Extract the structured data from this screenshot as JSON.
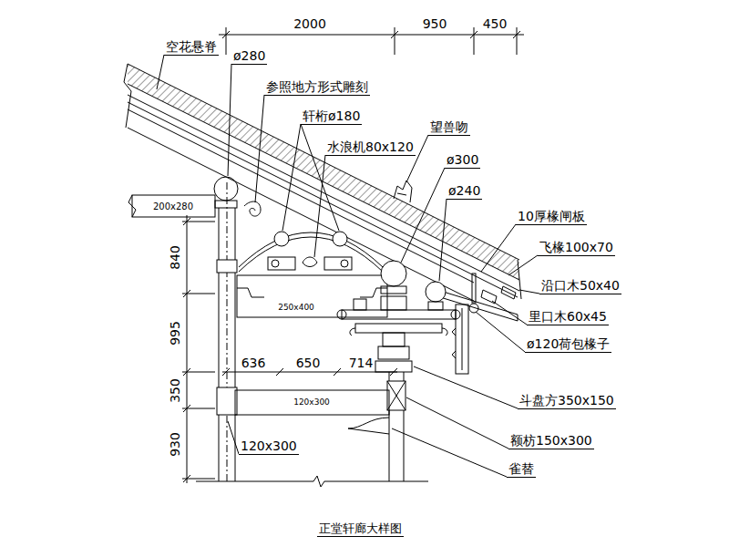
{
  "diagram": {
    "caption": "正堂轩廊大样图",
    "labels": [
      "2000",
      "950",
      "450",
      "空花悬脊",
      "ø280",
      "参照地方形式雕刻",
      "轩桁ø180",
      "水浪机80x120",
      "望兽吻",
      "ø300",
      "ø240",
      "10厚椽闸板",
      "飞椽100x70",
      "沿口木50x40",
      "里口木60x45",
      "ø120荷包椽子",
      "斗盘方350x150",
      "额枋150x300",
      "雀替",
      "200x280",
      "840",
      "995",
      "350",
      "930",
      "636",
      "650",
      "714",
      "250x400",
      "120x300",
      "120x300"
    ]
  }
}
